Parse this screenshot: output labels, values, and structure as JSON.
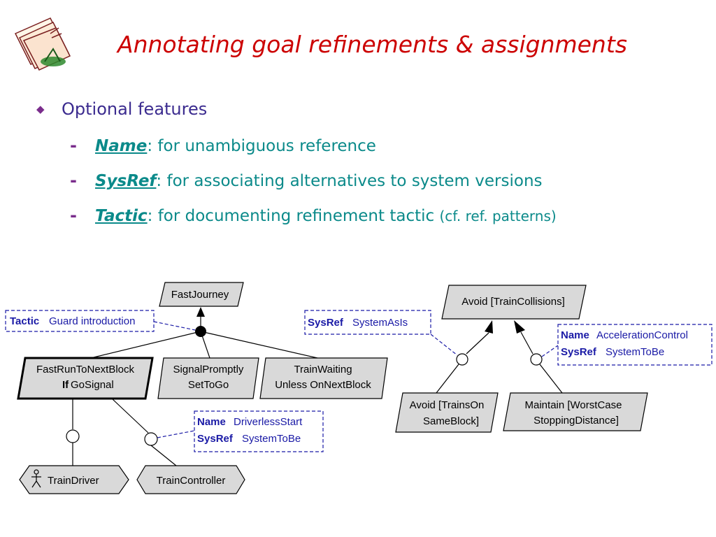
{
  "slide": {
    "title": "Annotating goal refinements & assignments",
    "bullet": "Optional features",
    "subs": [
      {
        "kw": "Name",
        "text": ": for unambiguous reference",
        "extra": ""
      },
      {
        "kw": "SysRef",
        "text": ":  for associating alternatives to system versions",
        "extra": ""
      },
      {
        "kw": "Tactic",
        "text": ": for documenting refinement tactic ",
        "extra": "(cf. ref. patterns)"
      }
    ]
  },
  "diagram_left": {
    "root": "FastJourney",
    "tactic": {
      "key": "Tactic",
      "value": "Guard introduction"
    },
    "child1": {
      "line1": "FastRunToNextBlock",
      "if_kw": "If",
      "if_val": "GoSignal"
    },
    "child2": {
      "line1": "SignalPromptly",
      "line2": "SetToGo"
    },
    "child3": {
      "line1": "TrainWaiting",
      "line2": "Unless OnNextBlock"
    },
    "annot": {
      "name_key": "Name",
      "name_val": "DriverlessStart",
      "sys_key": "SysRef",
      "sys_val": "SystemToBe"
    },
    "agent1": "TrainDriver",
    "agent2": "TrainController"
  },
  "diagram_right": {
    "root": "Avoid [TrainCollisions]",
    "annot1": {
      "sys_key": "SysRef",
      "sys_val": "SystemAsIs"
    },
    "annot2": {
      "name_key": "Name",
      "name_val": "AccelerationControl",
      "sys_key": "SysRef",
      "sys_val": "SystemToBe"
    },
    "child1": {
      "line1": "Avoid [TrainsOn",
      "line2": "SameBlock]"
    },
    "child2": {
      "line1": "Maintain [WorstCase",
      "line2": "StoppingDistance]"
    }
  }
}
